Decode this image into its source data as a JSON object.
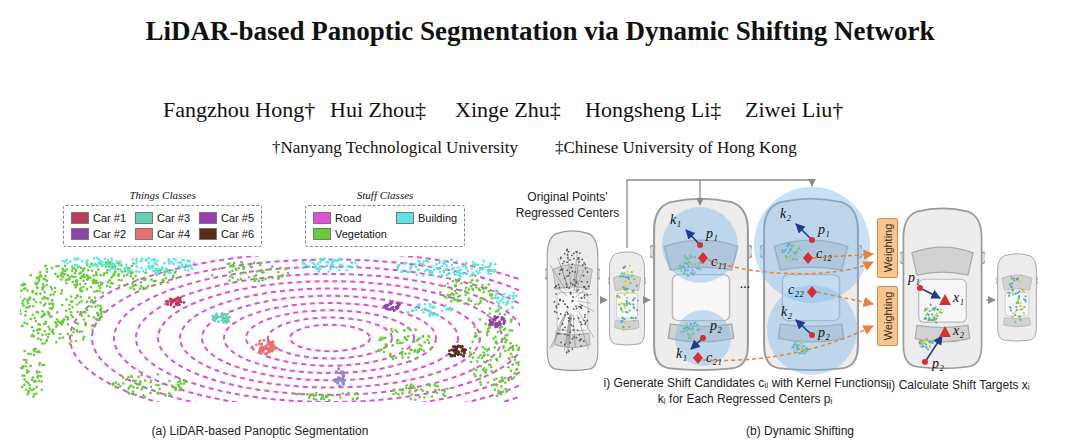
{
  "diagram": {
    "title": "LiDAR-based Panoptic Segmentation via Dynamic Shifting Network",
    "nodes": [
      {
        "text": [
          "Things Classes"
        ]
      },
      {
        "text": [
          "Stuff Classes"
        ]
      },
      {
        "text": [
          "Weighting"
        ]
      },
      {
        "text": [
          "Weighting"
        ]
      }
    ],
    "labels": [
      "Fangzhou Hong†",
      "Hui Zhou‡",
      "Xinge Zhu‡",
      "Hongsheng Li‡",
      "Ziwei Liu†",
      "†Nanyang Technological University",
      "‡Chinese University of Hong Kong",
      "(a) LiDAR-based Panoptic Segmentation",
      "Original Points' Regressed Centers",
      "p₁",
      "k₁",
      "c₁₁",
      "p₂",
      "k₁",
      "c₂₁",
      "...",
      "k₂",
      "p₁",
      "c₁₂",
      "c₂₂",
      "k₂",
      "p₂",
      "p₁",
      "x₁",
      "x₂",
      "p₂",
      "i) Generate Shift Candidates cᵢⱼ with Kernel Functions kⱼ for Each Regressed Centers pᵢ",
      "ii) Calculate Shift Targets xᵢ",
      "(b) Dynamic Shifting"
    ],
    "legend": [
      {
        "text": "Car #1",
        "color": "#c0395b"
      },
      {
        "text": "Car #3",
        "color": "#63d2b4"
      },
      {
        "text": "Car #5",
        "color": "#9b3bb0"
      },
      {
        "text": "Car #2",
        "color": "#8e44ad"
      },
      {
        "text": "Car #4",
        "color": "#e8706e"
      },
      {
        "text": "Car #6",
        "color": "#5b2a1d"
      },
      {
        "text": "Road",
        "color": "#e04fd6"
      },
      {
        "text": "Building",
        "color": "#5ce5e6"
      },
      {
        "text": "Vegetation",
        "color": "#66cc3a"
      }
    ]
  }
}
